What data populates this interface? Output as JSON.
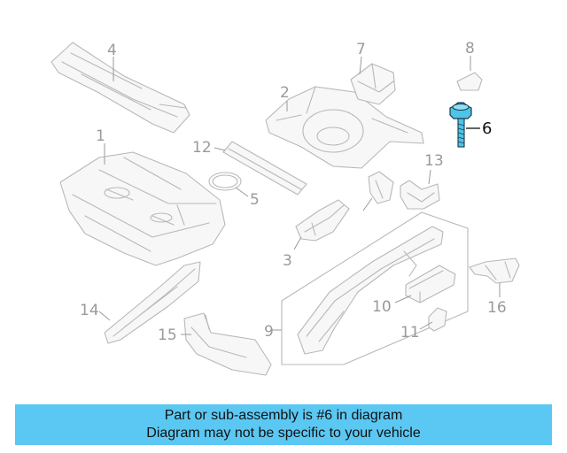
{
  "callouts": {
    "c1": "1",
    "c2": "2",
    "c3": "3",
    "c4": "4",
    "c5": "5",
    "c6": "6",
    "c7": "7",
    "c8": "8",
    "c9": "9",
    "c10": "10",
    "c11": "11",
    "c12": "12",
    "c13": "13",
    "c14": "14",
    "c15": "15",
    "c16": "16"
  },
  "highlighted_part": "6",
  "colors": {
    "highlight_part": "#4fc3e8",
    "banner": "#5bc8f3",
    "part_stroke": "#b8b8b8",
    "callout_text": "#9a9a9a"
  },
  "banner": {
    "line1": "Part or sub-assembly is #6 in diagram",
    "line2": "Diagram may not be specific to your vehicle"
  }
}
